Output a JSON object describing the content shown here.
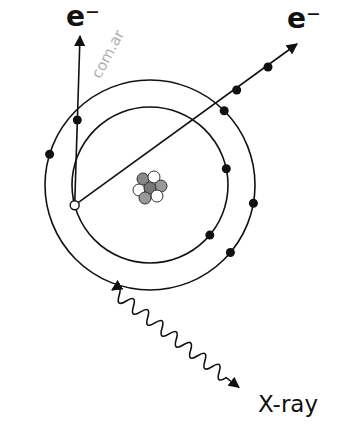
{
  "diagram": {
    "labels": [
      "e⁻",
      "e⁻",
      "X-ray",
      "com.ar"
    ]
  }
}
